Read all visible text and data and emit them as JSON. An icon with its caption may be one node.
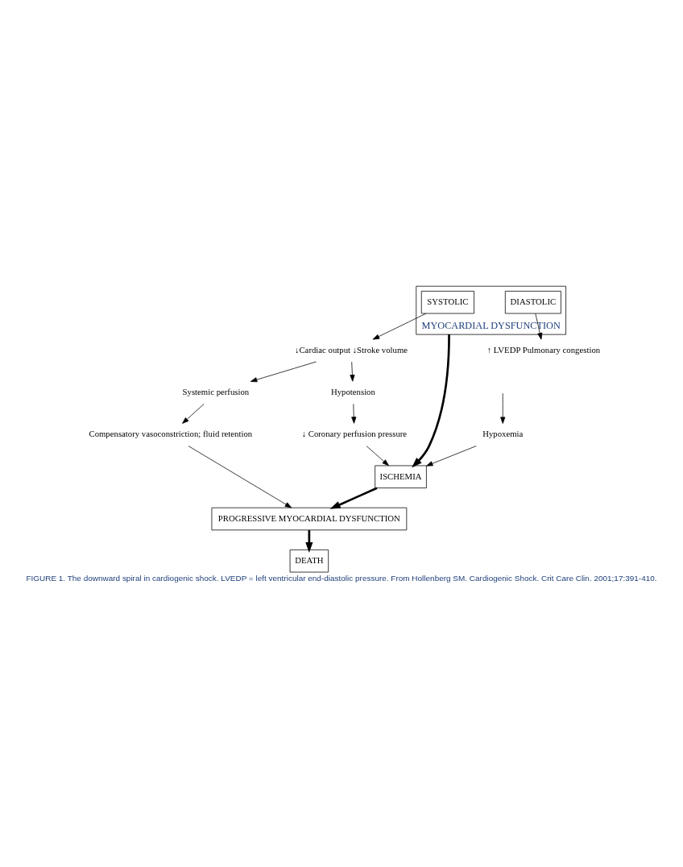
{
  "diagram": {
    "caption": "FIGURE 1. The downward spiral in cardiogenic shock. LVEDP = left ventricular end-diastolic pressure. From Hollenberg SM. Cardiogenic Shock. Crit Care Clin. 2001;17:391-410.",
    "nodes": [
      {
        "text": [
          "MYOCARDIAL DYSFUNCTION"
        ]
      },
      {
        "text": [
          "SYSTOLIC"
        ],
        "in": 0
      },
      {
        "text": [
          "DIASTOLIC"
        ],
        "in": 0
      },
      {
        "text": [
          "↓Cardiac output ↓Stroke volume"
        ]
      },
      {
        "text": [
          "↑ LVEDP Pulmonary congestion"
        ]
      },
      {
        "text": [
          "Systemic perfusion"
        ]
      },
      {
        "text": [
          "Hypotension"
        ]
      },
      {
        "text": [
          "↓ Coronary perfusion pressure"
        ]
      },
      {
        "text": [
          "Hypoxemia"
        ]
      },
      {
        "text": [
          "Compensatory vasoconstriction; fluid retention"
        ]
      },
      {
        "text": [
          "ISCHEMIA"
        ]
      },
      {
        "text": [
          "PROGRESSIVE MYOCARDIAL DYSFUNCTION"
        ]
      },
      {
        "text": [
          "DEATH"
        ]
      }
    ],
    "edges": [
      {
        "from": 0,
        "to": 10,
        "arrow": "to",
        "style": "thick"
      },
      {
        "from": 1,
        "to": 3,
        "arrow": "to"
      },
      {
        "from": 2,
        "to": 4,
        "arrow": "to"
      },
      {
        "from": 3,
        "to": 5,
        "arrow": "to"
      },
      {
        "from": 3,
        "to": 6,
        "arrow": "to"
      },
      {
        "from": 6,
        "to": 7,
        "arrow": "to"
      },
      {
        "from": null,
        "to": 8,
        "arrow": "to"
      },
      {
        "from": 5,
        "to": 9,
        "arrow": "to"
      },
      {
        "from": 7,
        "to": 10,
        "arrow": "to"
      },
      {
        "from": 8,
        "to": 10,
        "arrow": "to"
      },
      {
        "from": 10,
        "to": 11,
        "arrow": "to",
        "style": "thick"
      },
      {
        "from": 9,
        "to": 11,
        "arrow": "to"
      },
      {
        "from": 11,
        "to": 12,
        "arrow": "to",
        "style": "thick"
      }
    ]
  }
}
